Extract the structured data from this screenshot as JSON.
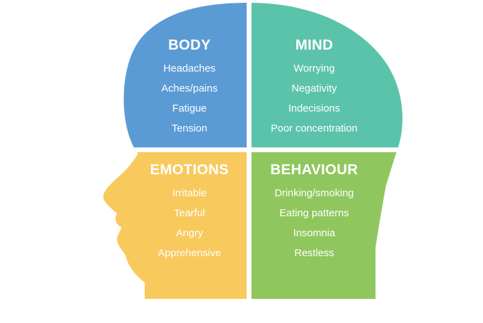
{
  "colors": {
    "body": "#5b9bd5",
    "mind": "#5cc3ab",
    "emotions": "#f8c95c",
    "behaviour": "#8fc75e",
    "divider": "#ffffff",
    "text": "#ffffff"
  },
  "quadrants": {
    "body": {
      "title": "BODY",
      "items": [
        "Headaches",
        "Aches/pains",
        "Fatigue",
        "Tension"
      ]
    },
    "mind": {
      "title": "MIND",
      "items": [
        "Worrying",
        "Negativity",
        "Indecisions",
        "Poor concentration"
      ]
    },
    "emotions": {
      "title": "EMOTIONS",
      "items": [
        "Irritable",
        "Tearful",
        "Angry",
        "Apprehensive"
      ]
    },
    "behaviour": {
      "title": "BEHAVIOUR",
      "items": [
        "Drinking/smoking",
        "Eating patterns",
        "Insomnia",
        "Restless"
      ]
    }
  }
}
